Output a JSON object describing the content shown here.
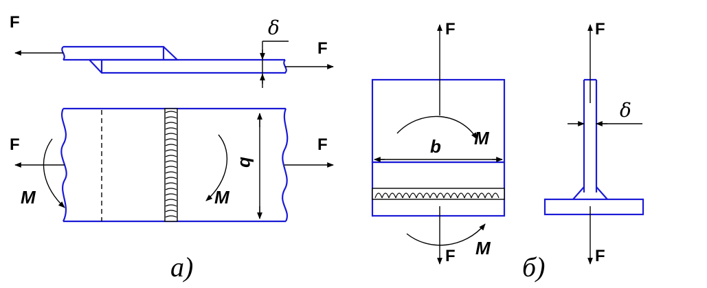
{
  "labels": {
    "force": "F",
    "moment": "M",
    "thickness": "δ",
    "width": "b",
    "caption_a": "а)",
    "caption_b": "б)"
  },
  "colors": {
    "outline": "#1a1ad6",
    "lines": "#000000"
  }
}
